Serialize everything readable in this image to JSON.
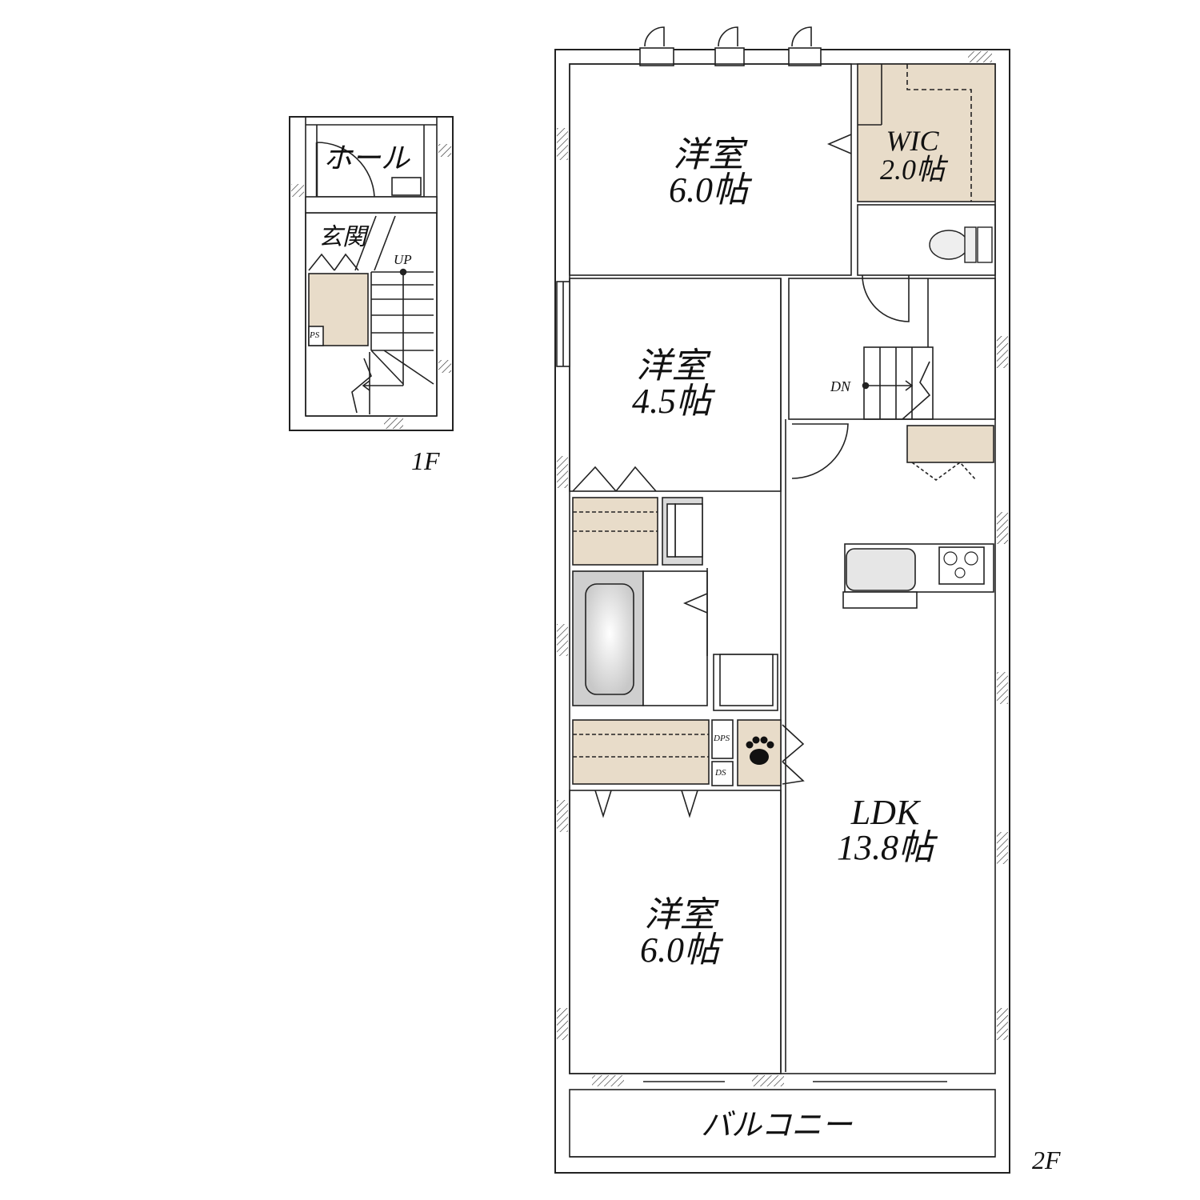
{
  "floors": {
    "first": {
      "label": "1F",
      "rooms": {
        "hall": "ホール",
        "entrance": "玄関"
      },
      "stair_label": "UP",
      "ps_label": "PS"
    },
    "second": {
      "label": "2F",
      "rooms": {
        "bedroom_top": {
          "name": "洋室",
          "size": "6.0帖"
        },
        "wic": {
          "name": "WIC",
          "size": "2.0帖"
        },
        "bedroom_mid": {
          "name": "洋室",
          "size": "4.5帖"
        },
        "ldk": {
          "name": "LDK",
          "size": "13.8帖"
        },
        "bedroom_bottom": {
          "name": "洋室",
          "size": "6.0帖"
        },
        "balcony": "バルコニー"
      },
      "stair_label": "DN",
      "dps_label": "DPS",
      "ds_label": "DS"
    }
  },
  "colors": {
    "wall": "#222222",
    "storage_fill": "#e8dcc9",
    "tub_fill": "#cfcfcf"
  },
  "icons": [
    "paw-print-icon",
    "toilet-icon",
    "bathtub-icon",
    "stove-icon",
    "sink-icon",
    "washer-pan-icon"
  ]
}
